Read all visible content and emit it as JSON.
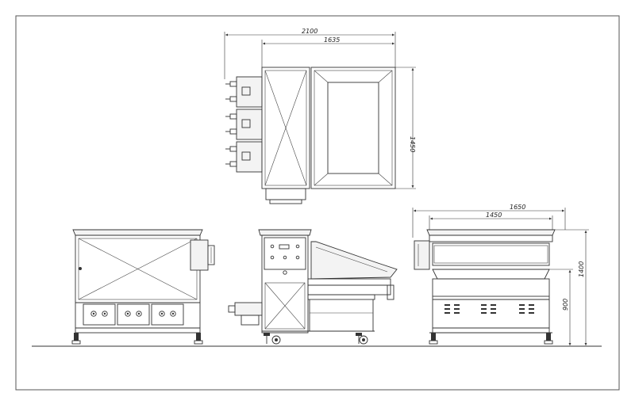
{
  "drawing": {
    "top_view": {
      "width_total": "2100",
      "width_inner": "1635",
      "depth": "1450"
    },
    "side_view": {
      "width_total": "1650",
      "width_inner": "1450",
      "height_total": "1400",
      "height_lower": "900"
    }
  }
}
